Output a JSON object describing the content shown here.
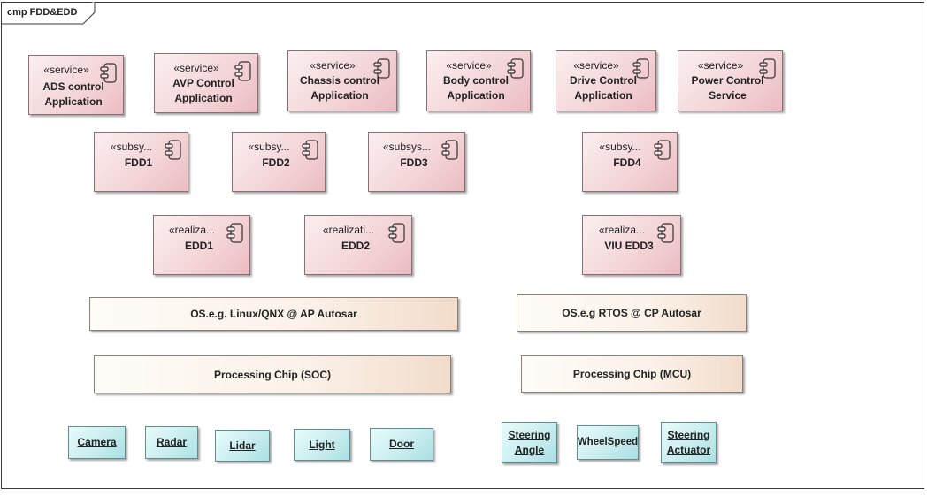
{
  "diagram": {
    "frame_title": "cmp FDD&EDD",
    "services": [
      {
        "stereotype": "«service»",
        "name": "ADS control Application"
      },
      {
        "stereotype": "«service»",
        "name": "AVP Control Application"
      },
      {
        "stereotype": "«service»",
        "name": "Chassis control Application"
      },
      {
        "stereotype": "«service»",
        "name": "Body control Application"
      },
      {
        "stereotype": "«service»",
        "name": "Drive Control Application"
      },
      {
        "stereotype": "«service»",
        "name": "Power Control Service"
      }
    ],
    "subsystems": [
      {
        "stereotype": "«subsy...",
        "name": "FDD1"
      },
      {
        "stereotype": "«subsy...",
        "name": "FDD2"
      },
      {
        "stereotype": "«subsys...",
        "name": "FDD3"
      },
      {
        "stereotype": "«subsy...",
        "name": "FDD4"
      }
    ],
    "realizations": [
      {
        "stereotype": "«realiza...",
        "name": "EDD1"
      },
      {
        "stereotype": "«realizati...",
        "name": "EDD2"
      },
      {
        "stereotype": "«realiza...",
        "name": "VIU EDD3"
      }
    ],
    "os_layers": [
      "OS.e.g. Linux/QNX @ AP Autosar",
      "OS.e.g RTOS @ CP Autosar"
    ],
    "chips": [
      "Processing Chip (SOC)",
      "Processing Chip (MCU)"
    ],
    "devices": [
      "Camera",
      "Radar",
      "Lidar",
      "Light",
      "Door",
      "Steering Angle",
      "WheelSpeed",
      "Steering Actuator"
    ]
  }
}
